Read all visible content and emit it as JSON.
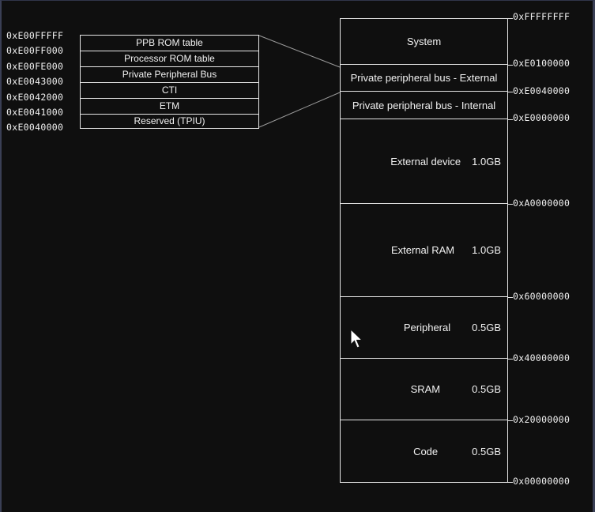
{
  "memory_map": {
    "blocks": [
      {
        "name": "System",
        "size": ""
      },
      {
        "name": "Private peripheral bus - External",
        "size": ""
      },
      {
        "name": "Private peripheral bus - Internal",
        "size": ""
      },
      {
        "name": "External device",
        "size": "1.0GB"
      },
      {
        "name": "External RAM",
        "size": "1.0GB"
      },
      {
        "name": "Peripheral",
        "size": "0.5GB"
      },
      {
        "name": "SRAM",
        "size": "0.5GB"
      },
      {
        "name": "Code",
        "size": "0.5GB"
      }
    ],
    "addresses": [
      "0xFFFFFFFF",
      "0xE0100000",
      "0xE0040000",
      "0xE0000000",
      "0xA0000000",
      "0x60000000",
      "0x40000000",
      "0x20000000",
      "0x00000000"
    ]
  },
  "ppb_table": {
    "rows": [
      "PPB ROM table",
      "Processor ROM table",
      "Private Peripheral Bus",
      "CTI",
      "ETM",
      "Reserved (TPIU)"
    ],
    "addresses": [
      "0xE00FFFFF",
      "0xE00FF000",
      "0xE00FE000",
      "0xE0043000",
      "0xE0042000",
      "0xE0041000",
      "0xE0040000"
    ]
  },
  "colors": {
    "background": "#0f0f0f",
    "lines": "#e6e6e6",
    "text": "#f2f2f2"
  },
  "icons": {
    "cursor": "mouse-pointer-icon"
  }
}
